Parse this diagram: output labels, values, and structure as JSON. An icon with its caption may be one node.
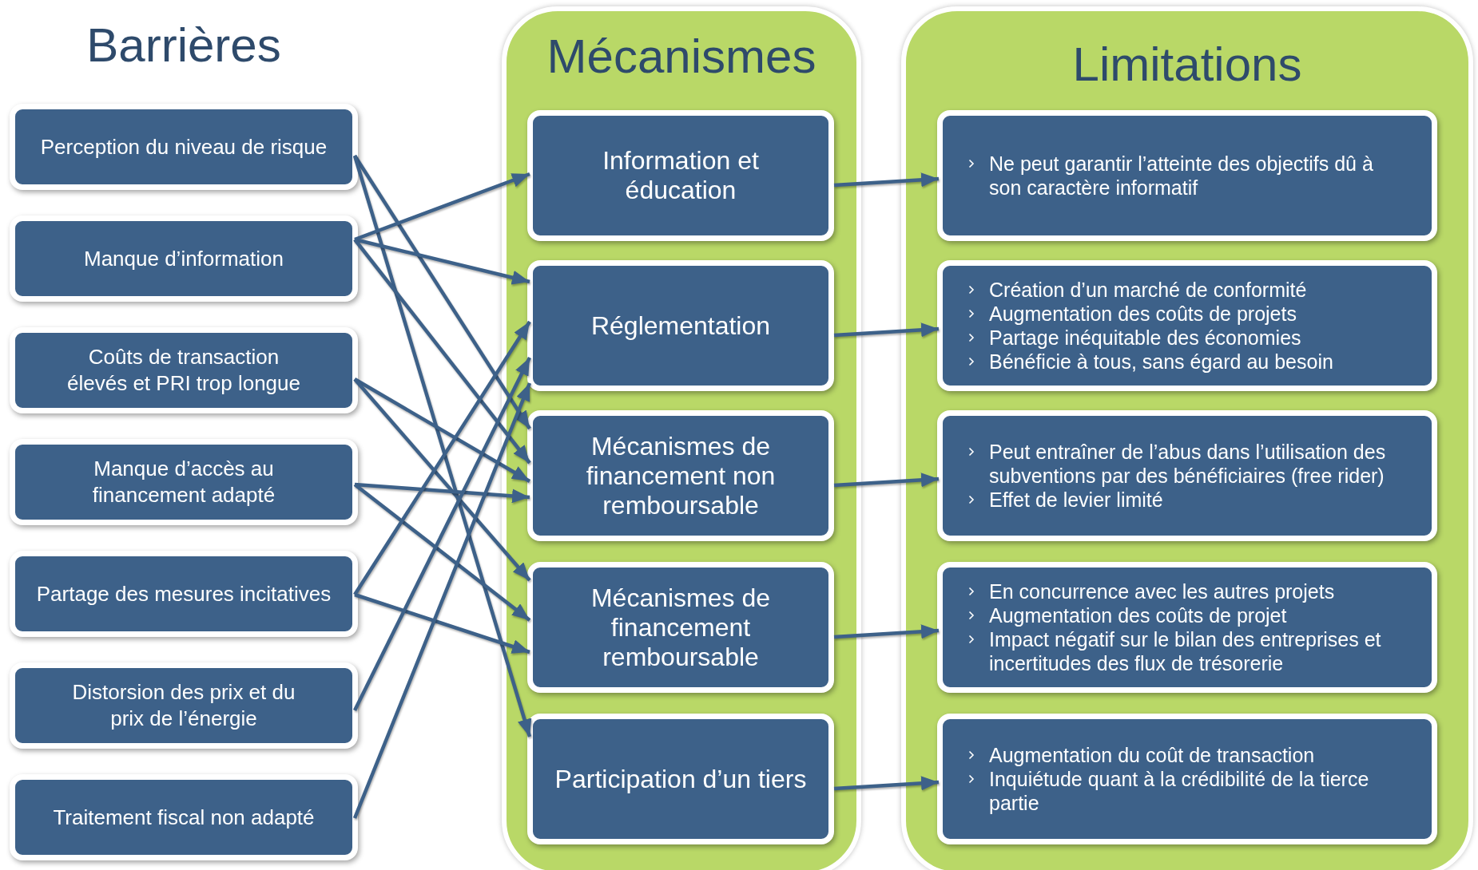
{
  "diagram": {
    "nodes": [
      {
        "text": [
          "Perception du niveau de risque"
        ]
      },
      {
        "text": [
          "Manque d’information"
        ]
      },
      {
        "text": [
          "Coûts de transaction élevés et PRI trop longue"
        ]
      },
      {
        "text": [
          "Manque d’accès au financement adapté"
        ]
      },
      {
        "text": [
          "Partage des mesures incitatives"
        ]
      },
      {
        "text": [
          "Distorsion des prix et du prix de l’énergie"
        ]
      },
      {
        "text": [
          "Traitement fiscal non adapté"
        ]
      },
      {
        "text": [
          "Mécanismes"
        ]
      },
      {
        "text": [
          "Information et éducation"
        ],
        "in": 7
      },
      {
        "text": [
          "Réglementation"
        ],
        "in": 7
      },
      {
        "text": [
          "Mécanismes de financement non remboursable"
        ],
        "in": 7
      },
      {
        "text": [
          "Mécanismes de financement remboursable"
        ],
        "in": 7
      },
      {
        "text": [
          "Participation d’un tiers"
        ],
        "in": 7
      },
      {
        "text": [
          "Limitations"
        ]
      },
      {
        "text": [
          "Ne peut garantir l’atteinte des objectifs dû à son caractère informatif"
        ],
        "in": 13
      },
      {
        "text": [
          "Création d’un marché de conformité",
          "Augmentation des coûts de projets",
          "Partage inéquitable des économies",
          "Bénéficie à tous, sans égard au besoin"
        ],
        "in": 13
      },
      {
        "text": [
          "Peut entraîner de l’abus dans l’utilisation des subventions par des bénéficiaires (free rider)",
          "Effet de levier limité"
        ],
        "in": 13
      },
      {
        "text": [
          "En concurrence avec les autres projets",
          "Augmentation des coûts de projet",
          "Impact négatif sur le bilan des entreprises et incertitudes des flux de trésorerie"
        ],
        "in": 13
      },
      {
        "text": [
          "Augmentation du coût de transaction",
          "Inquiétude quant à la crédibilité de la tierce partie"
        ],
        "in": 13
      }
    ],
    "edges": [
      {
        "from": 0,
        "to": 10,
        "arrow": "to"
      },
      {
        "from": 0,
        "to": 12,
        "arrow": "to"
      },
      {
        "from": 1,
        "to": 8,
        "arrow": "to"
      },
      {
        "from": 1,
        "to": 9,
        "arrow": "to"
      },
      {
        "from": 1,
        "to": 10,
        "arrow": "to"
      },
      {
        "from": 2,
        "to": 10,
        "arrow": "to"
      },
      {
        "from": 2,
        "to": 11,
        "arrow": "to"
      },
      {
        "from": 3,
        "to": 10,
        "arrow": "to"
      },
      {
        "from": 3,
        "to": 11,
        "arrow": "to"
      },
      {
        "from": 4,
        "to": 9,
        "arrow": "to"
      },
      {
        "from": 4,
        "to": 11,
        "arrow": "to"
      },
      {
        "from": 5,
        "to": 9,
        "arrow": "to"
      },
      {
        "from": 6,
        "to": 9,
        "arrow": "to"
      },
      {
        "from": 8,
        "to": 14,
        "arrow": "to"
      },
      {
        "from": 9,
        "to": 15,
        "arrow": "to"
      },
      {
        "from": 10,
        "to": 16,
        "arrow": "to"
      },
      {
        "from": 11,
        "to": 17,
        "arrow": "to"
      },
      {
        "from": 12,
        "to": 18,
        "arrow": "to"
      }
    ],
    "labels": [
      "Barrières"
    ]
  }
}
